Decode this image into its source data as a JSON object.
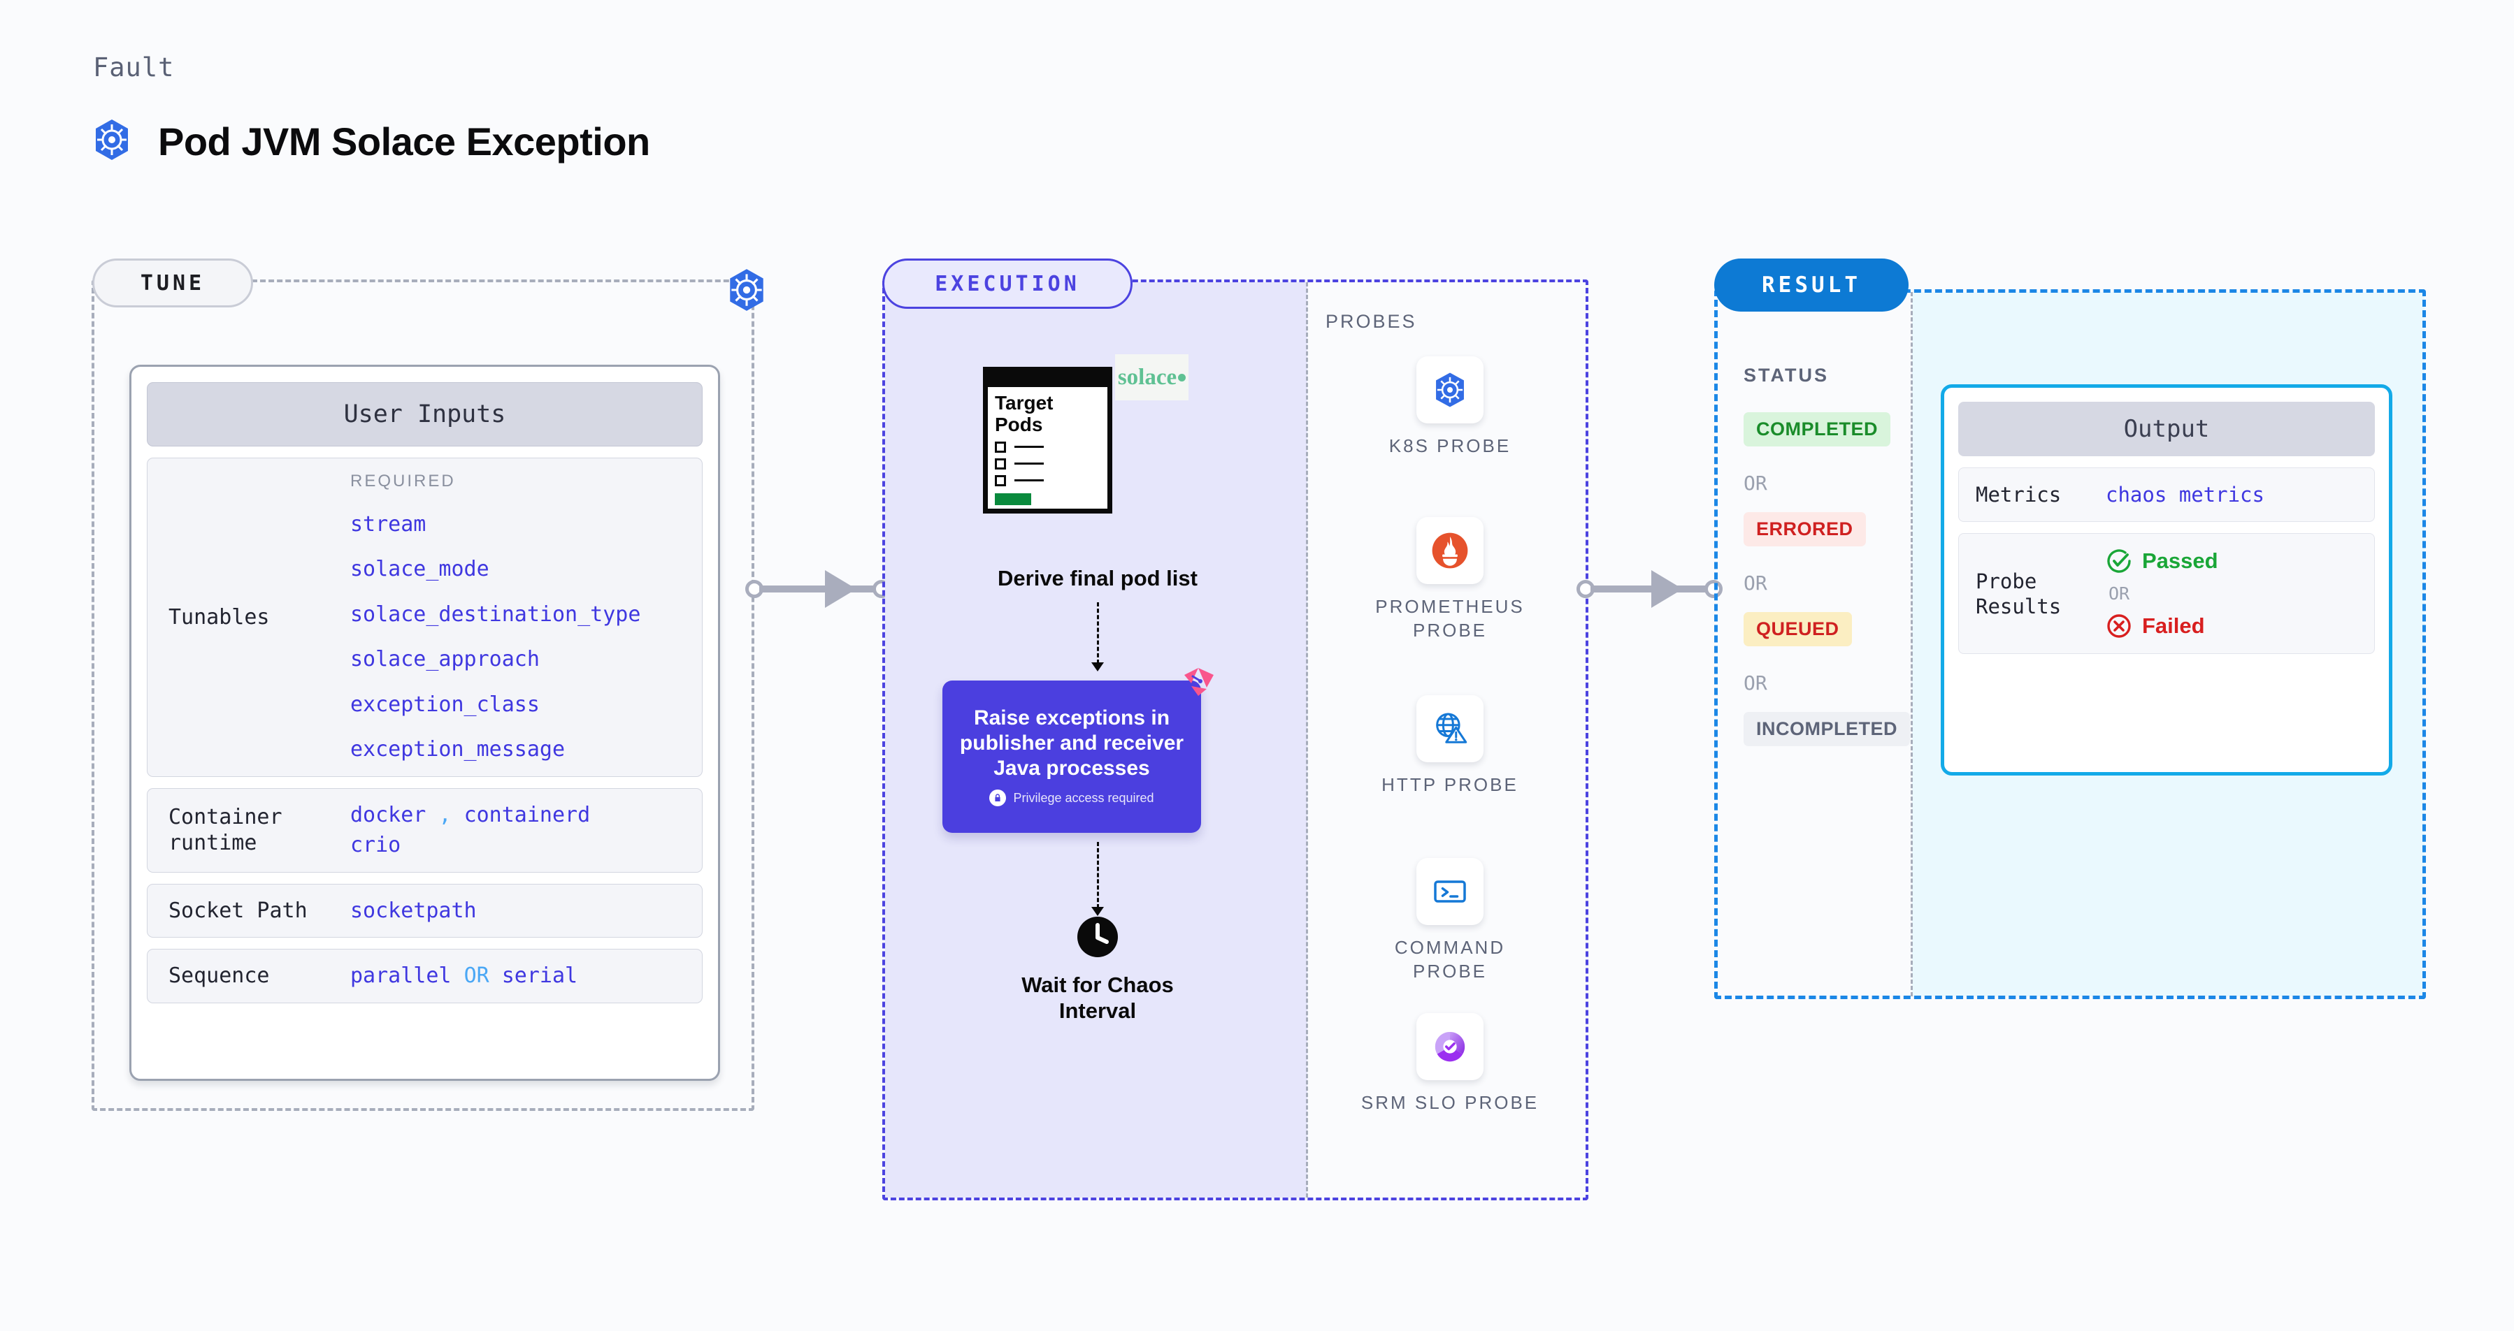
{
  "header": {
    "eyebrow": "Fault",
    "title": "Pod JVM Solace Exception",
    "icon": "kubernetes-icon"
  },
  "tune": {
    "pill_label": "TUNE",
    "badge_icon": "kubernetes-icon",
    "card_title": "User Inputs",
    "rows": [
      {
        "key": "Tunables",
        "required_label": "REQUIRED",
        "values": [
          "stream",
          "solace_mode",
          "solace_destination_type",
          "solace_approach",
          "exception_class",
          "exception_message"
        ]
      },
      {
        "key": "Container runtime",
        "values": [
          "docker",
          ",",
          "containerd",
          "crio"
        ]
      },
      {
        "key": "Socket Path",
        "values": [
          "socketpath"
        ]
      },
      {
        "key": "Sequence",
        "values": [
          "parallel",
          "OR",
          "serial"
        ]
      }
    ],
    "container_runtime_key": "Container runtime",
    "container_runtime_values": "docker , containerd",
    "container_runtime_values2": "crio",
    "socket_key": "Socket Path",
    "socket_value": "socketpath",
    "sequence_key": "Sequence",
    "sequence_v1": "parallel",
    "sequence_or": "OR",
    "sequence_v2": "serial"
  },
  "execution": {
    "pill_label": "EXECUTION",
    "target_pods_title_line1": "Target",
    "target_pods_title_line2": "Pods",
    "vendor_logo": "solace",
    "derive_label": "Derive final pod list",
    "action_title": "Raise exceptions in publisher and receiver Java processes",
    "action_subtext": "Privilege access required",
    "action_lock_icon": "lock-icon",
    "litmus_icon": "litmus-logo-icon",
    "wait_label_line1": "Wait for Chaos",
    "wait_label_line2": "Interval",
    "clock_icon": "clock-icon",
    "probes_label": "PROBES",
    "probes": [
      {
        "name": "K8S PROBE",
        "icon": "kubernetes-icon"
      },
      {
        "name": "PROMETHEUS PROBE",
        "icon": "prometheus-icon"
      },
      {
        "name": "HTTP PROBE",
        "icon": "http-globe-warning-icon"
      },
      {
        "name": "COMMAND PROBE",
        "icon": "terminal-icon"
      },
      {
        "name": "SRM SLO PROBE",
        "icon": "srm-slo-donut-icon"
      }
    ]
  },
  "result": {
    "pill_label": "RESULT",
    "status_label": "STATUS",
    "or_label": "OR",
    "statuses": [
      {
        "label": "COMPLETED",
        "bg": "#d9f4dc",
        "fg": "#1a8c2a"
      },
      {
        "label": "ERRORED",
        "bg": "#fde9e7",
        "fg": "#cf2020"
      },
      {
        "label": "QUEUED",
        "bg": "#fbeec2",
        "fg": "#cf2020"
      },
      {
        "label": "INCOMPLETED",
        "bg": "#eef0f4",
        "fg": "#5d6478"
      }
    ],
    "output": {
      "title": "Output",
      "metrics_key": "Metrics",
      "metrics_value": "chaos metrics",
      "probe_results_key": "Probe Results",
      "passed_label": "Passed",
      "failed_label": "Failed",
      "or_label": "OR",
      "passed_icon": "check-circle-icon",
      "failed_icon": "x-circle-icon"
    }
  },
  "colors": {
    "accent_purple": "#4b3fdf",
    "accent_blue": "#0d7ad4",
    "accent_cyan": "#13aae8",
    "k8s_blue": "#326ce5",
    "mono_blue": "#3f37e0"
  }
}
